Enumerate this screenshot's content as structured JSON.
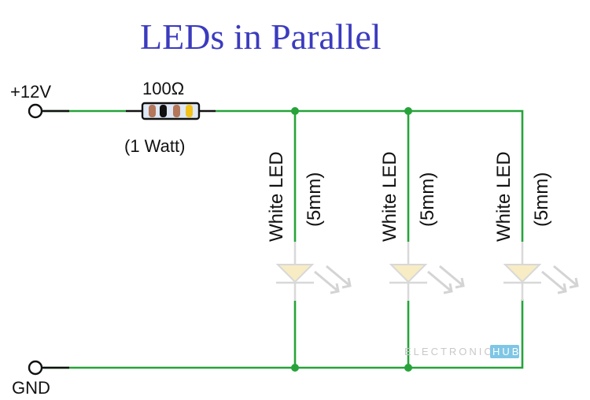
{
  "title": "LEDs in Parallel",
  "supply": {
    "positive_label": "+12V",
    "ground_label": "GND"
  },
  "resistor": {
    "value": "100Ω",
    "rating": "(1 Watt)",
    "band_colors": [
      "#b5775a",
      "#111111",
      "#b5775a",
      "#f2c21b"
    ]
  },
  "leds": [
    {
      "name": "White LED",
      "size": "(5mm)"
    },
    {
      "name": "White LED",
      "size": "(5mm)"
    },
    {
      "name": "White LED",
      "size": "(5mm)"
    }
  ],
  "watermark": {
    "text": "ELECTRONICS",
    "badge": "HUB"
  },
  "colors": {
    "wire": "#27a33a",
    "led_fill": "#f7ecc4",
    "led_outline": "#d8d8d8",
    "title": "#3b3bbf",
    "watermark_badge": "#7fc6e6"
  }
}
